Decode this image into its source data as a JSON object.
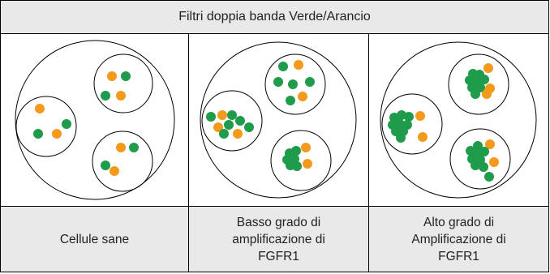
{
  "title": "Filtri doppia banda Verde/Arancio",
  "colors": {
    "green": "#1e9b4b",
    "orange": "#f39a1c",
    "header_bg": "#e9e9e9",
    "line": "#000000"
  },
  "panels": [
    {
      "label": "Cellule sane"
    },
    {
      "label": "Basso grado di\namplificazione di\nFGFR1"
    },
    {
      "label": "Alto grado di\nAmplificazione di\nFGFR1"
    }
  ]
}
